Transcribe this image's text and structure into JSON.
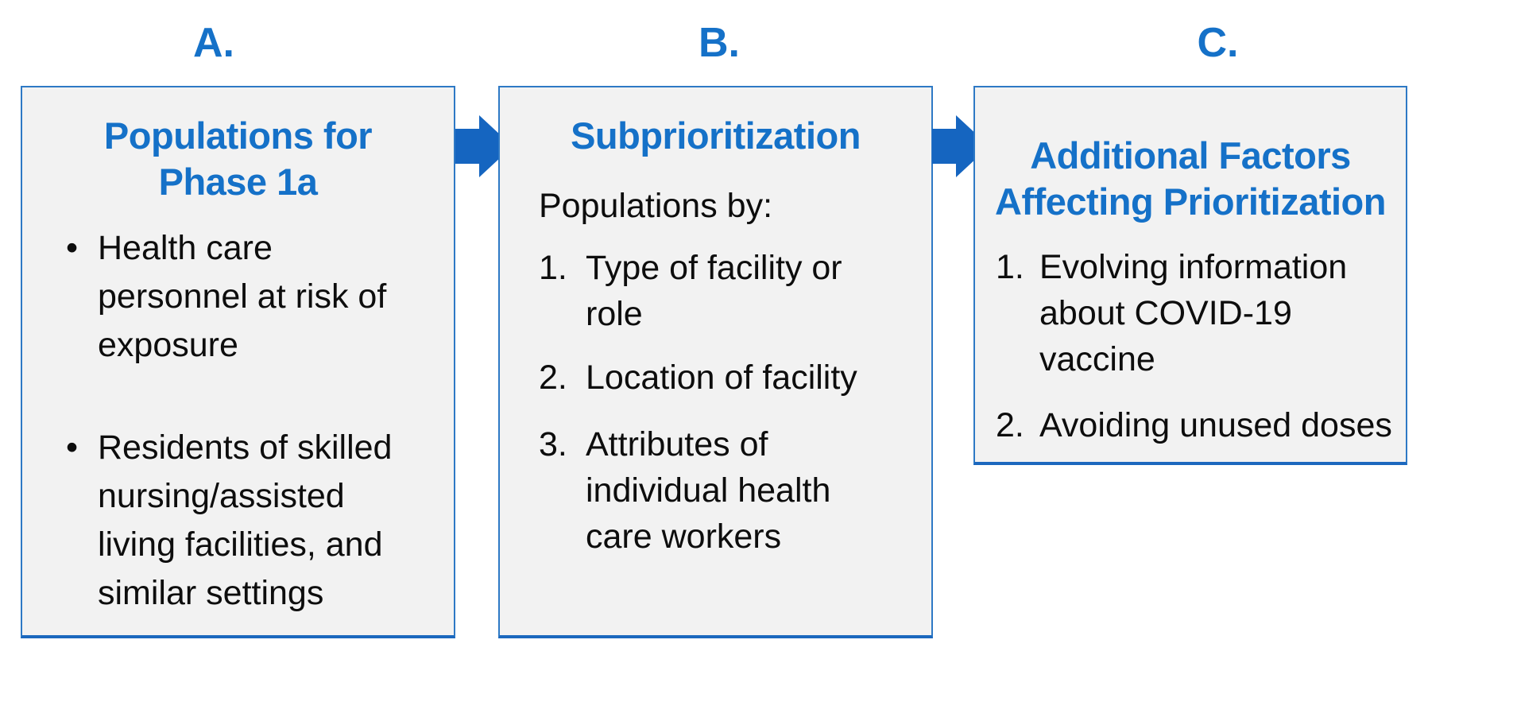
{
  "colors": {
    "accent": "#1571C8",
    "arrow": "#1565C0",
    "border": "#2E79C5",
    "border_dark": "#1C68BE",
    "box_bg": "#F2F2F2",
    "text": "#0D0D0D",
    "page_bg": "#FFFFFF"
  },
  "columns": [
    {
      "label": "A.",
      "title_lines": [
        "Populations for",
        "Phase 1a"
      ],
      "items": [
        {
          "marker": "•",
          "lines": [
            "Health care",
            "personnel at risk of",
            "exposure"
          ]
        },
        {
          "marker": "•",
          "lines": [
            "Residents of skilled",
            "nursing/assisted",
            "living facilities, and",
            "similar settings"
          ]
        }
      ]
    },
    {
      "label": "B.",
      "title_lines": [
        "Subprioritization"
      ],
      "intro": "Populations by:",
      "items": [
        {
          "marker": "1.",
          "lines": [
            "Type of facility or",
            "role"
          ]
        },
        {
          "marker": "2.",
          "lines": [
            "Location of facility"
          ]
        },
        {
          "marker": "3.",
          "lines": [
            "Attributes of",
            "individual health",
            "care workers"
          ]
        }
      ]
    },
    {
      "label": "C.",
      "title_lines": [
        "Additional Factors",
        "Affecting Prioritization"
      ],
      "items": [
        {
          "marker": "1.",
          "lines": [
            "Evolving information",
            "about COVID-19",
            "vaccine"
          ]
        },
        {
          "marker": "2.",
          "lines": [
            "Avoiding unused doses"
          ]
        }
      ]
    }
  ]
}
